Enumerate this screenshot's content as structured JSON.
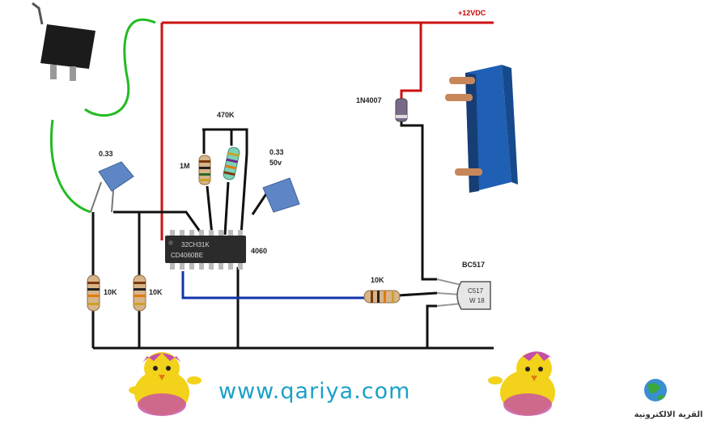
{
  "diagram": {
    "supply_label": "+12VDC",
    "diode_label": "1N4007",
    "resistor_470k_label": "470K",
    "resistor_1m_label": "1M",
    "cap_left_label": "0.33",
    "cap_right_label_1": "0.33",
    "cap_right_label_2": "50v",
    "ic_label": "4060",
    "ic_marking_1": "32CH31K",
    "ic_marking_2": "CD4060BE",
    "resistor_10k_a_label": "10K",
    "resistor_10k_b_label": "10K",
    "resistor_10k_base_label": "10K",
    "transistor_label": "BC517",
    "transistor_marking_1": "C517",
    "transistor_marking_2": "W 18"
  },
  "footer": {
    "website": "www.qariya.com",
    "brand_arabic": "القرية الالكترونية"
  },
  "colors": {
    "supply_wire": "#cc1111",
    "ground_wire": "#111111",
    "sensor_wire": "#22bb22",
    "output_wire": "#1133aa",
    "website_text": "#1aa0c8"
  }
}
